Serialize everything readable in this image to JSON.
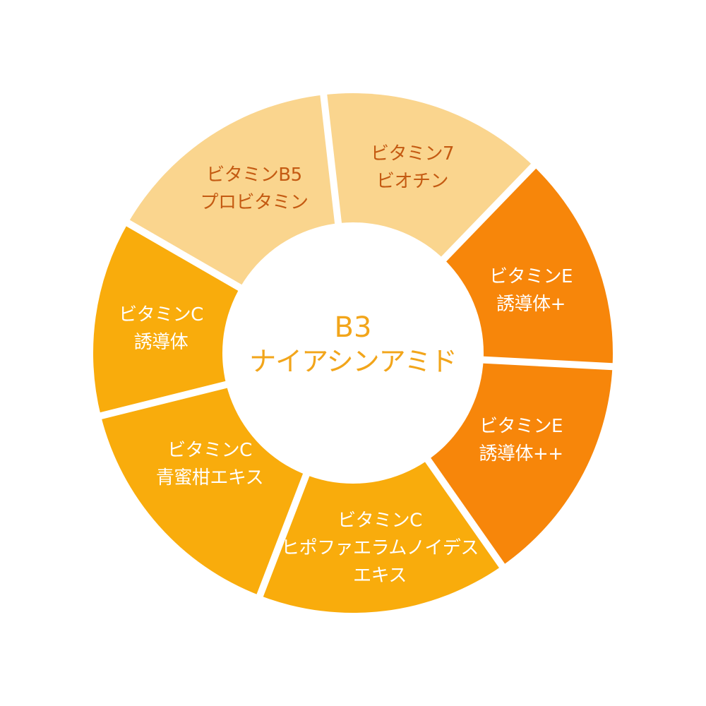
{
  "diagram": {
    "type": "ring-diagram",
    "center": {
      "line1": "B3",
      "line2": "ナイアシンアミド",
      "color": "#F2A51A"
    },
    "colors": {
      "light": "#FAD58E",
      "medium": "#F9AC0C",
      "dark": "#F7860A",
      "text_on_light": "#C45A12",
      "text_on_dark": "#FFFFFF",
      "separator": "#FFFFFF"
    },
    "segments": [
      {
        "id": "b5",
        "line1": "ビタミンB5",
        "line2": "プロビタミン",
        "line3": "",
        "tone": "light"
      },
      {
        "id": "b7",
        "line1": "ビタミン7",
        "line2": "ビオチン",
        "line3": "",
        "tone": "light"
      },
      {
        "id": "e-plus",
        "line1": "ビタミンE",
        "line2": "誘導体+",
        "line3": "",
        "tone": "dark"
      },
      {
        "id": "e-plusplus",
        "line1": "ビタミンE",
        "line2": "誘導体++",
        "line3": "",
        "tone": "dark"
      },
      {
        "id": "c-hippophae",
        "line1": "ビタミンC",
        "line2": "ヒポファエラムノイデス",
        "line3": "エキス",
        "tone": "medium"
      },
      {
        "id": "c-citrus",
        "line1": "ビタミンC",
        "line2": "青蜜柑エキス",
        "line3": "",
        "tone": "medium"
      },
      {
        "id": "c-deriv",
        "line1": "ビタミンC",
        "line2": "誘導体",
        "line3": "",
        "tone": "medium"
      }
    ]
  }
}
